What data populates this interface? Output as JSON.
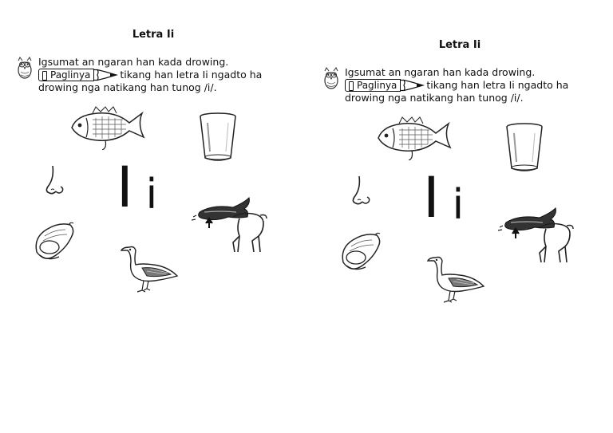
{
  "panels": [
    {
      "title": "Letra Ii",
      "instruction_line1": "Igsumat an ngaran han kada drowing.",
      "pencil_label": "Paglinya",
      "instruction_line2_rest": "tikang han letra Ii ngadto ha",
      "instruction_line3": "drowing nga natikang han tunog /i/.",
      "big_upper": "I",
      "big_lower": "i"
    },
    {
      "title": "Letra Ii",
      "instruction_line1": "Igsumat an ngaran han kada drowing.",
      "pencil_label": "Paglinya",
      "instruction_line2_rest": "tikang han letra Ii ngadto ha",
      "instruction_line3": "drowing nga natikang han tunog /i/.",
      "big_upper": "I",
      "big_lower": "i"
    }
  ],
  "pictures": [
    "fish-drawing",
    "glass-drawing",
    "nose-drawing",
    "tail-drawing",
    "mussel-drawing",
    "duck-drawing"
  ]
}
